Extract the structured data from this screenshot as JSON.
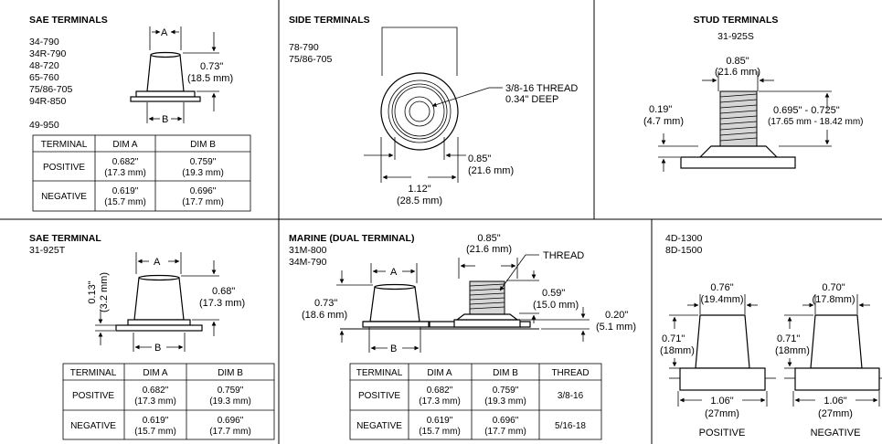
{
  "sae_terminals": {
    "title": "SAE TERMINALS",
    "models": [
      "34-790",
      "34R-790",
      "48-720",
      "65-760",
      "75/86-705",
      "94R-850",
      "49-950"
    ],
    "dim_a": "A",
    "dim_b": "B",
    "height": "0.73\"",
    "height_mm": "(18.5 mm)",
    "table": {
      "headers": [
        "TERMINAL",
        "DIM A",
        "DIM B"
      ],
      "rows": [
        {
          "terminal": "POSITIVE",
          "a": "0.682\"",
          "a_mm": "(17.3 mm)",
          "b": "0.759\"",
          "b_mm": "(19.3 mm)"
        },
        {
          "terminal": "NEGATIVE",
          "a": "0.619\"",
          "a_mm": "(15.7 mm)",
          "b": "0.696\"",
          "b_mm": "(17.7 mm)"
        }
      ]
    }
  },
  "side_terminals": {
    "title": "SIDE TERMINALS",
    "models": [
      "78-790",
      "75/86-705"
    ],
    "thread": "3/8-16 THREAD",
    "depth": "0.34\" DEEP",
    "inner": "0.85\"",
    "inner_mm": "(21.6 mm)",
    "outer": "1.12\"",
    "outer_mm": "(28.5 mm)"
  },
  "stud_terminals": {
    "title": "STUD TERMINALS",
    "model": "31-925S",
    "width": "0.85\"",
    "width_mm": "(21.6 mm)",
    "base": "0.19\"",
    "base_mm": "(4.7 mm)",
    "stud": "0.695\" - 0.725\"",
    "stud_mm": "(17.65 mm - 18.42 mm)"
  },
  "sae_terminal": {
    "title": "SAE TERMINAL",
    "model": "31-925T",
    "dim_a": "A",
    "dim_b": "B",
    "base": "0.13\"",
    "base_mm": "(3.2 mm)",
    "height": "0.68\"",
    "height_mm": "(17.3 mm)",
    "table": {
      "headers": [
        "TERMINAL",
        "DIM A",
        "DIM B"
      ],
      "rows": [
        {
          "terminal": "POSITIVE",
          "a": "0.682\"",
          "a_mm": "(17.3 mm)",
          "b": "0.759\"",
          "b_mm": "(19.3 mm)"
        },
        {
          "terminal": "NEGATIVE",
          "a": "0.619\"",
          "a_mm": "(15.7 mm)",
          "b": "0.696\"",
          "b_mm": "(17.7 mm)"
        }
      ]
    }
  },
  "marine": {
    "title": "MARINE (DUAL TERMINAL)",
    "models": [
      "31M-800",
      "34M-790"
    ],
    "dim_a": "A",
    "dim_b": "B",
    "stud_width": "0.85\"",
    "stud_width_mm": "(21.6 mm)",
    "thread": "THREAD",
    "stud_height": "0.59\"",
    "stud_height_mm": "(15.0 mm)",
    "post_height": "0.73\"",
    "post_height_mm": "(18.6 mm)",
    "base": "0.20\"",
    "base_mm": "(5.1 mm)",
    "table": {
      "headers": [
        "TERMINAL",
        "DIM A",
        "DIM B",
        "THREAD"
      ],
      "rows": [
        {
          "terminal": "POSITIVE",
          "a": "0.682\"",
          "a_mm": "(17.3 mm)",
          "b": "0.759\"",
          "b_mm": "(19.3 mm)",
          "thread": "3/8-16"
        },
        {
          "terminal": "NEGATIVE",
          "a": "0.619\"",
          "a_mm": "(15.7 mm)",
          "b": "0.696\"",
          "b_mm": "(17.7 mm)",
          "thread": "5/16-18"
        }
      ]
    }
  },
  "d_terminals": {
    "models": [
      "4D-1300",
      "8D-1500"
    ],
    "positive": {
      "top": "0.76\"",
      "top_mm": "(19.4mm)",
      "height": "0.71\"",
      "height_mm": "(18mm)",
      "base": "1.06\"",
      "base_mm": "(27mm)",
      "label": "POSITIVE"
    },
    "negative": {
      "top": "0.70\"",
      "top_mm": "(17.8mm)",
      "height": "0.71\"",
      "height_mm": "(18mm)",
      "base": "1.06\"",
      "base_mm": "(27mm)",
      "label": "NEGATIVE"
    }
  }
}
